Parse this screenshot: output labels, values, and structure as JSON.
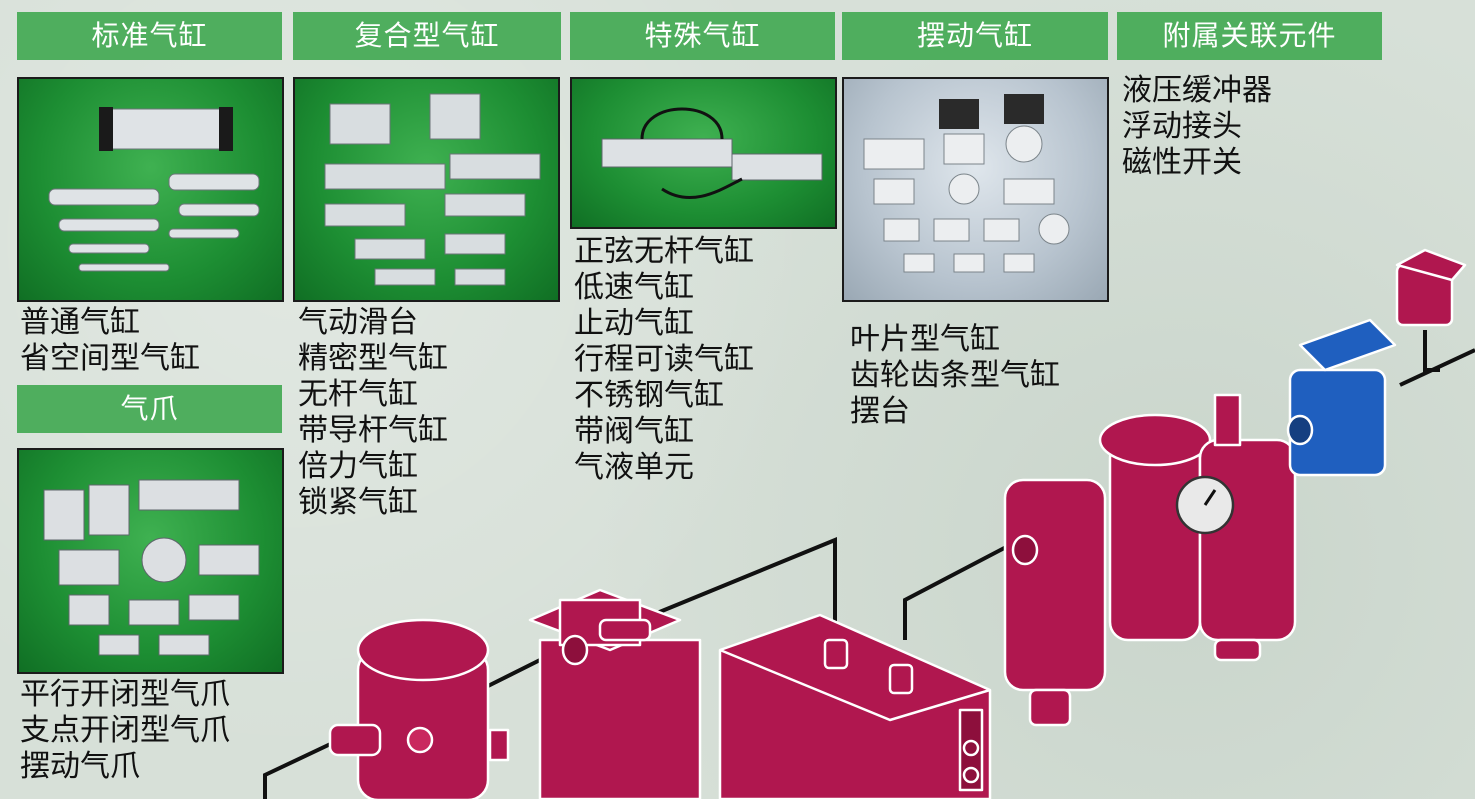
{
  "headers": {
    "standard": "标准气缸",
    "compound": "复合型气缸",
    "special": "特殊气缸",
    "rotary": "摆动气缸",
    "accessories": "附属关联元件",
    "gripper": "气爪"
  },
  "lists": {
    "standard": [
      "普通气缸",
      "省空间型气缸"
    ],
    "compound": [
      "气动滑台",
      "精密型气缸",
      "无杆气缸",
      "带导杆气缸",
      "倍力气缸",
      "锁紧气缸"
    ],
    "special": [
      "正弦无杆气缸",
      "低速气缸",
      "止动气缸",
      "行程可读气缸",
      "不锈钢气缸",
      "带阀气缸",
      "气液单元"
    ],
    "rotary": [
      "叶片型气缸",
      "齿轮齿条型气缸",
      "摆台"
    ],
    "accessories": [
      "液压缓冲器",
      "浮动接头",
      "磁性开关"
    ],
    "gripper": [
      "平行开闭型气爪",
      "支点开闭型气爪",
      "摆动气爪"
    ]
  },
  "colors": {
    "header_green": "#4fae5e",
    "photo_green": "#1d8e33",
    "equipment_magenta": "#b0174f",
    "valve_blue": "#1f5fbf"
  },
  "icons": {
    "standard_photo": "cylinder-products-photo",
    "compound_photo": "slide-table-products-photo",
    "special_photo": "rodless-cylinder-products-photo",
    "rotary_photo": "rotary-actuator-products-photo",
    "gripper_photo": "gripper-products-photo",
    "air_system": "compressed-air-system-illustration"
  }
}
